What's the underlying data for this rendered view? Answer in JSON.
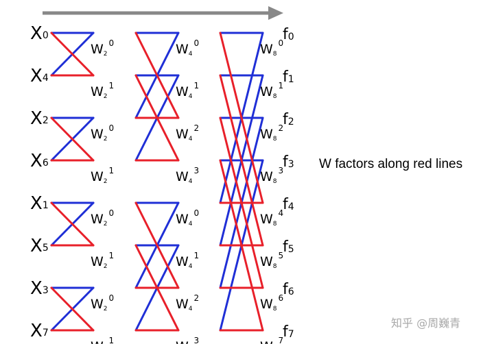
{
  "inputs": [
    {
      "base": "X",
      "sub": "0"
    },
    {
      "base": "X",
      "sub": "4"
    },
    {
      "base": "X",
      "sub": "2"
    },
    {
      "base": "X",
      "sub": "6"
    },
    {
      "base": "X",
      "sub": "1"
    },
    {
      "base": "X",
      "sub": "5"
    },
    {
      "base": "X",
      "sub": "3"
    },
    {
      "base": "X",
      "sub": "7"
    }
  ],
  "outputs": [
    {
      "base": "f",
      "sub": "0"
    },
    {
      "base": "f",
      "sub": "1"
    },
    {
      "base": "f",
      "sub": "2"
    },
    {
      "base": "f",
      "sub": "3"
    },
    {
      "base": "f",
      "sub": "4"
    },
    {
      "base": "f",
      "sub": "5"
    },
    {
      "base": "f",
      "sub": "6"
    },
    {
      "base": "f",
      "sub": "7"
    }
  ],
  "stages": [
    {
      "base": "W",
      "sub": "2",
      "exps": [
        "0",
        "1",
        "0",
        "1",
        "0",
        "1",
        "0",
        "1"
      ]
    },
    {
      "base": "W",
      "sub": "4",
      "exps": [
        "0",
        "1",
        "2",
        "3",
        "0",
        "1",
        "2",
        "3"
      ]
    },
    {
      "base": "W",
      "sub": "8",
      "exps": [
        "0",
        "1",
        "2",
        "3",
        "4",
        "5",
        "6",
        "7"
      ]
    }
  ],
  "note": "W factors along red lines",
  "watermark": "知乎 @周巍青",
  "colors": {
    "red": "#e8202a",
    "blue": "#1f2fd6",
    "arrow": "#888888"
  }
}
